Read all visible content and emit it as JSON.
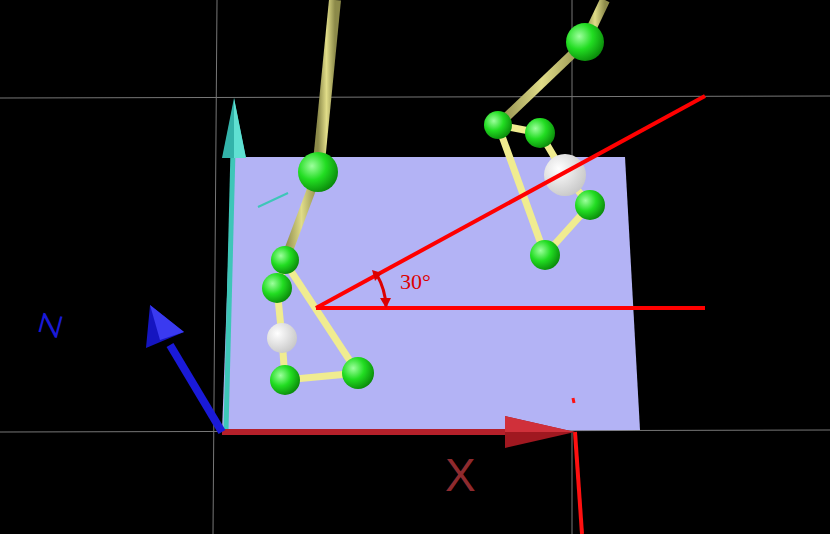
{
  "diagram": {
    "labels": [
      "30°",
      "X",
      "Z"
    ]
  }
}
